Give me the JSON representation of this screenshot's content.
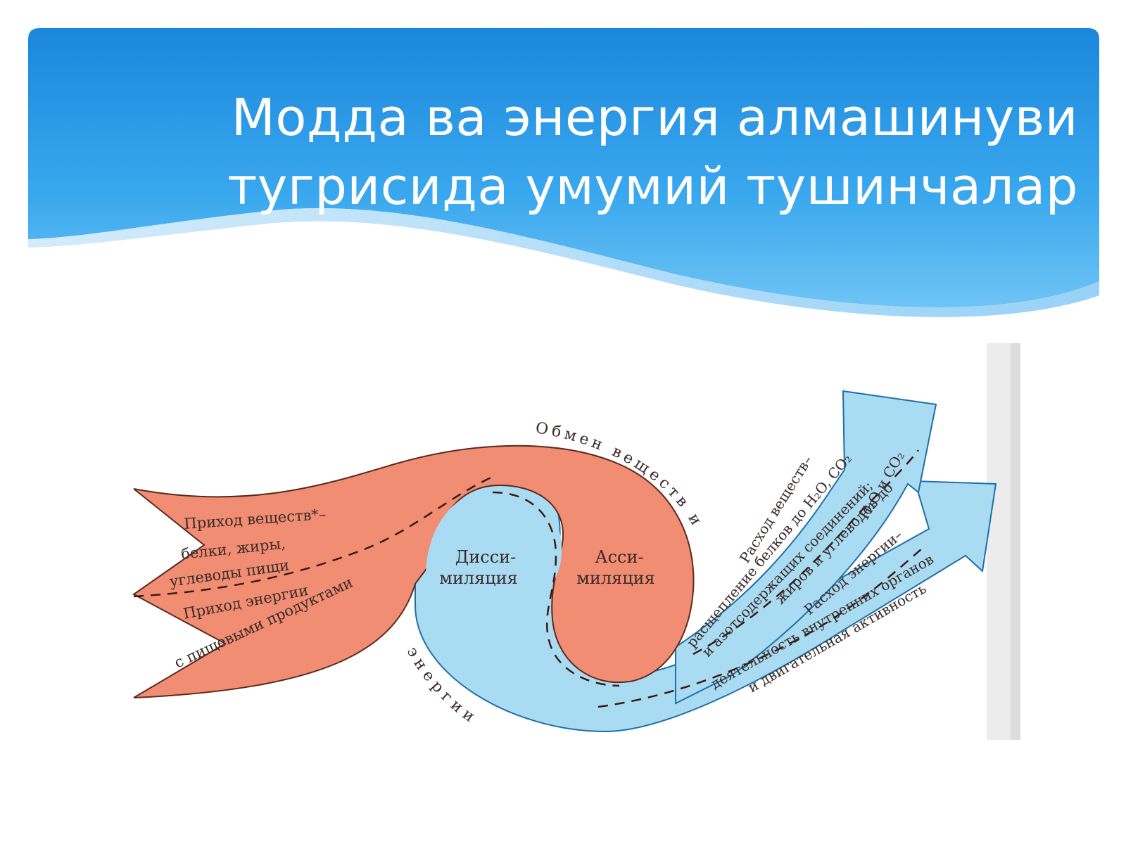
{
  "slide": {
    "title_line1": "Модда ва энергия алмашинуви",
    "title_line2": "тугрисида умумий тушинчалар"
  },
  "diagram": {
    "label_exchange_top": "Обмен веществ и",
    "label_exchange_bottom": "энергии",
    "dissimilation_line1": "Дисси-",
    "dissimilation_line2": "миляция",
    "assimilation_line1": "Асси-",
    "assimilation_line2": "миляция",
    "intake_substances_line1": "Приход веществ*–",
    "intake_substances_line2": "белки, жиры,",
    "intake_substances_line3": "углеводы пищи",
    "intake_energy_line1": "Приход энергии",
    "intake_energy_line2": "с пищевыми продуктами",
    "spend_substances_line1": "Расход веществ–",
    "spend_substances_line2": "расщепление белков до H₂O, CO₂",
    "spend_substances_line3": "и азотсодержащих соединений;",
    "spend_substances_line4": "жиров и углеводов до",
    "spend_substances_line5": "H₂O и CO₂",
    "spend_energy_line1": "Расход энергии–",
    "spend_energy_line2": "деятельность внутренних органов",
    "spend_energy_line3": "и двигательная активность"
  },
  "colors": {
    "header_blue": "#1e8fe0",
    "salmon": "#f08d72",
    "light_blue": "#a9dcf2"
  }
}
